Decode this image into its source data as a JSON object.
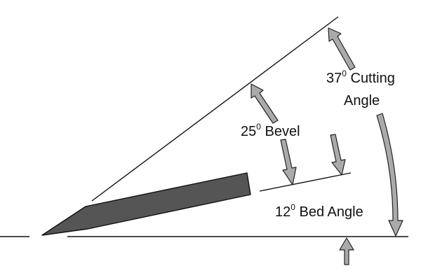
{
  "labels": {
    "cutting_value": "37",
    "cutting_sup": "0",
    "cutting_line1": " Cutting",
    "cutting_line2": "Angle",
    "bevel_value": "25",
    "bevel_sup": "0",
    "bevel_text": " Bevel",
    "bed_value": "12",
    "bed_sup": "0",
    "bed_text": " Bed Angle"
  },
  "colors": {
    "line": "#111111",
    "blade_fill": "#555555",
    "arrow_fill": "#aaaaaa",
    "arrow_stroke": "#222222",
    "background": "#ffffff"
  },
  "icons": {
    "arrow": "block-arrow-icon"
  }
}
